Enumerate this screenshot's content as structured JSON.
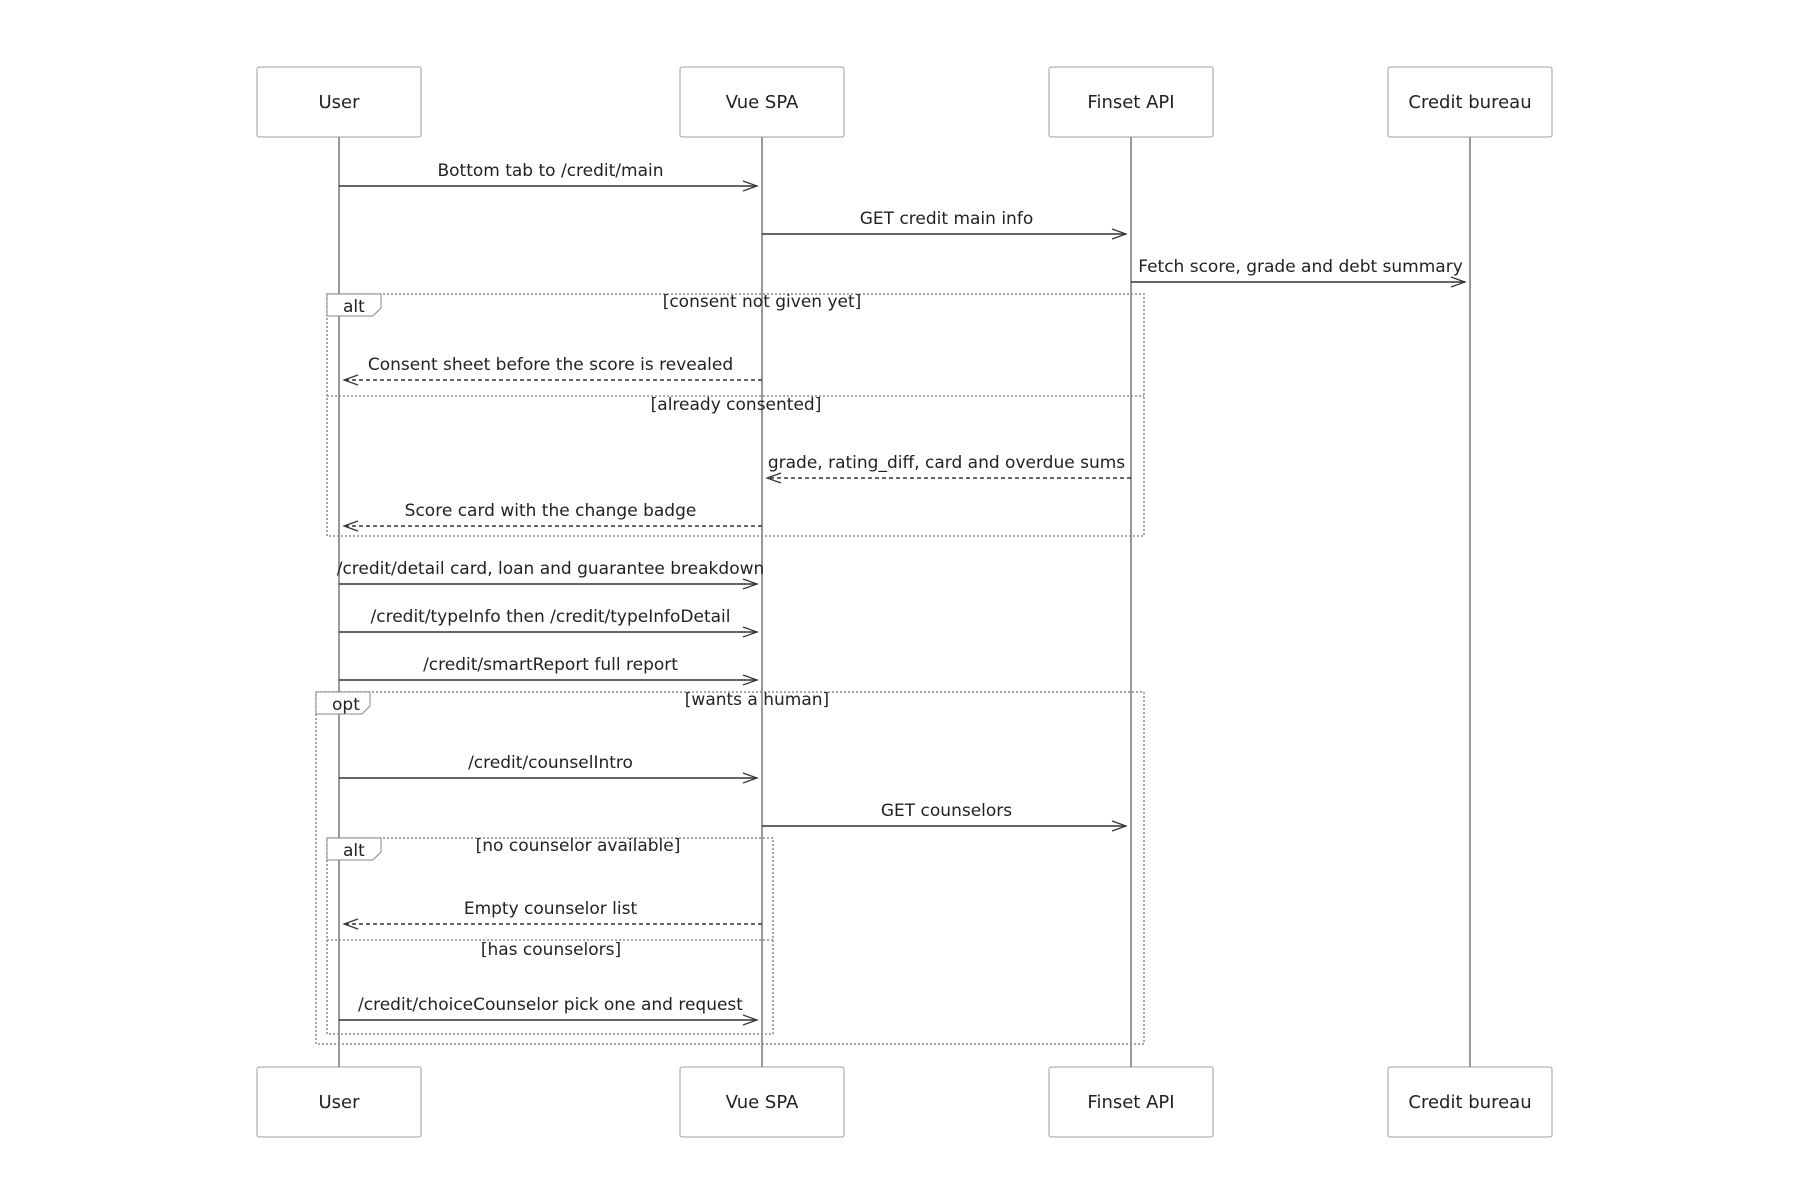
{
  "actors": [
    {
      "id": "user",
      "label": "User"
    },
    {
      "id": "spa",
      "label": "Vue SPA"
    },
    {
      "id": "api",
      "label": "Finset API"
    },
    {
      "id": "bureau",
      "label": "Credit bureau"
    }
  ],
  "messages": [
    {
      "from": "user",
      "to": "spa",
      "label": "Bottom tab to /credit/main",
      "style": "solid"
    },
    {
      "from": "spa",
      "to": "api",
      "label": "GET credit main info",
      "style": "solid"
    },
    {
      "from": "api",
      "to": "bureau",
      "label": "Fetch score, grade and debt summary",
      "style": "solid"
    },
    {
      "from": "spa",
      "to": "user",
      "label": "Consent sheet before the score is revealed",
      "style": "dashed"
    },
    {
      "from": "api",
      "to": "spa",
      "label": "grade, rating_diff, card and overdue sums",
      "style": "dashed"
    },
    {
      "from": "spa",
      "to": "user",
      "label": "Score card with the change badge",
      "style": "dashed"
    },
    {
      "from": "user",
      "to": "spa",
      "label": "/credit/detail card, loan and guarantee breakdown",
      "style": "solid"
    },
    {
      "from": "user",
      "to": "spa",
      "label": "/credit/typeInfo then /credit/typeInfoDetail",
      "style": "solid"
    },
    {
      "from": "user",
      "to": "spa",
      "label": "/credit/smartReport full report",
      "style": "solid"
    },
    {
      "from": "user",
      "to": "spa",
      "label": "/credit/counselIntro",
      "style": "solid"
    },
    {
      "from": "spa",
      "to": "api",
      "label": "GET counselors",
      "style": "solid"
    },
    {
      "from": "spa",
      "to": "user",
      "label": "Empty counselor list",
      "style": "dashed"
    },
    {
      "from": "user",
      "to": "spa",
      "label": "/credit/choiceCounselor pick one and request",
      "style": "solid"
    }
  ],
  "frames": [
    {
      "keyword": "alt",
      "sections": [
        "[consent not given yet]",
        "[already consented]"
      ]
    },
    {
      "keyword": "opt",
      "sections": [
        "[wants a human]"
      ]
    },
    {
      "keyword": "alt",
      "sections": [
        "[no counselor available]",
        "[has counselors]"
      ]
    }
  ],
  "colors": {
    "line": "#333333",
    "lifeline": "#999999",
    "frame": "#8a8a8a",
    "box_border": "#9e9e9e"
  }
}
